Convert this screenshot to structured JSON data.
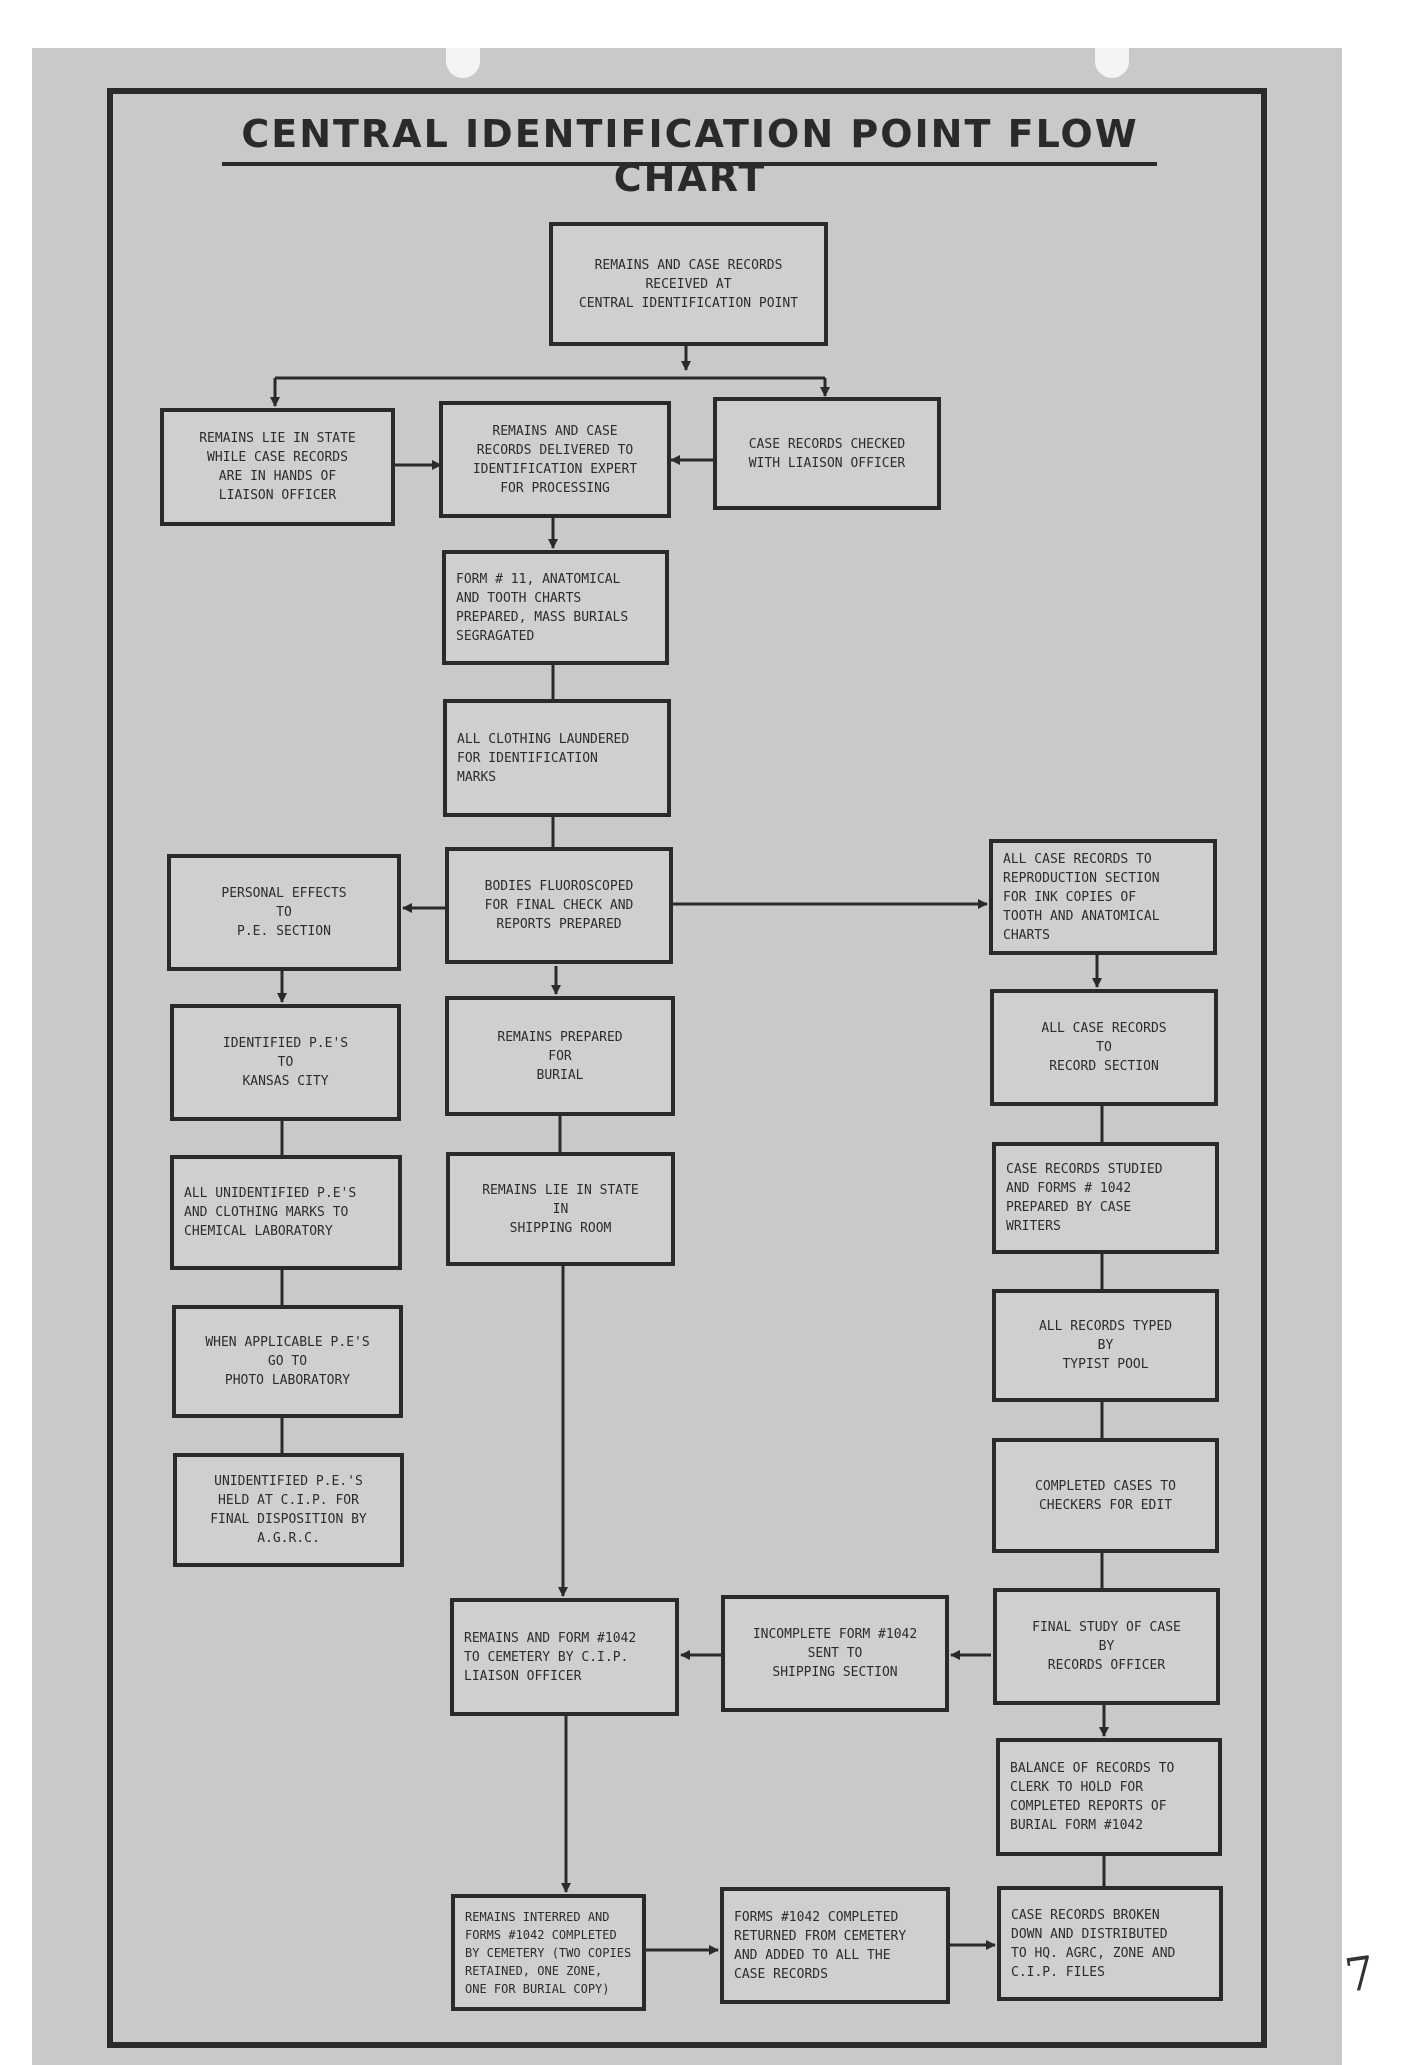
{
  "title": "CENTRAL IDENTIFICATION POINT FLOW CHART",
  "margin_note": "7",
  "nodes": {
    "received": "REMAINS AND CASE RECORDS\nRECEIVED AT\nCENTRAL IDENTIFICATION POINT",
    "lie_in_state": "REMAINS LIE IN STATE\nWHILE CASE RECORDS\nARE IN HANDS OF\nLIAISON OFFICER",
    "delivered": "REMAINS AND CASE\nRECORDS DELIVERED TO\nIDENTIFICATION EXPERT\nFOR PROCESSING",
    "checked": "CASE RECORDS CHECKED\nWITH LIAISON OFFICER",
    "form11": "FORM # 11, ANATOMICAL\nAND TOOTH CHARTS\nPREPARED, MASS BURIALS\nSEGRAGATED",
    "laundered": "ALL CLOTHING LAUNDERED\nFOR IDENTIFICATION\nMARKS",
    "personal_effects": "PERSONAL EFFECTS\nTO\nP.E. SECTION",
    "fluoroscoped": "BODIES FLUOROSCOPED\nFOR FINAL CHECK AND\nREPORTS PREPARED",
    "reproduction": "ALL CASE RECORDS TO\nREPRODUCTION SECTION\nFOR INK COPIES OF\nTOOTH AND ANATOMICAL\nCHARTS",
    "identified_pe": "IDENTIFIED P.E'S\nTO\nKANSAS CITY",
    "remains_prepared": "REMAINS PREPARED\nFOR\nBURIAL",
    "record_section": "ALL CASE RECORDS\nTO\nRECORD SECTION",
    "unidentified_pe": "ALL UNIDENTIFIED P.E'S\nAND CLOTHING MARKS TO\nCHEMICAL LABORATORY",
    "shipping_room": "REMAINS LIE IN STATE\nIN\nSHIPPING ROOM",
    "studied": "CASE RECORDS STUDIED\nAND FORMS # 1042\nPREPARED BY CASE\nWRITERS",
    "photo_lab": "WHEN APPLICABLE P.E'S\nGO TO\nPHOTO LABORATORY",
    "typed": "ALL RECORDS TYPED\nBY\nTYPIST POOL",
    "held_cip": "UNIDENTIFIED P.E.'S\nHELD AT C.I.P. FOR\nFINAL DISPOSITION BY\nA.G.R.C.",
    "checkers": "COMPLETED CASES TO\nCHECKERS FOR EDIT",
    "to_cemetery": "REMAINS AND FORM #1042\nTO CEMETERY BY C.I.P.\nLIAISON OFFICER",
    "incomplete": "INCOMPLETE FORM #1042\nSENT TO\nSHIPPING SECTION",
    "final_study": "FINAL STUDY OF CASE\nBY\nRECORDS OFFICER",
    "balance": "BALANCE OF RECORDS TO\nCLERK TO HOLD FOR\nCOMPLETED REPORTS OF\nBURIAL FORM #1042",
    "interred": "REMAINS INTERRED AND\nFORMS #1042 COMPLETED\nBY CEMETERY (TWO COPIES\nRETAINED, ONE ZONE,\nONE FOR BURIAL COPY)",
    "forms_completed": "FORMS #1042 COMPLETED\nRETURNED FROM CEMETERY\nAND ADDED TO ALL THE\nCASE RECORDS",
    "broken_down": "CASE RECORDS BROKEN\nDOWN AND DISTRIBUTED\nTO HQ. AGRC, ZONE AND\nC.I.P. FILES"
  }
}
